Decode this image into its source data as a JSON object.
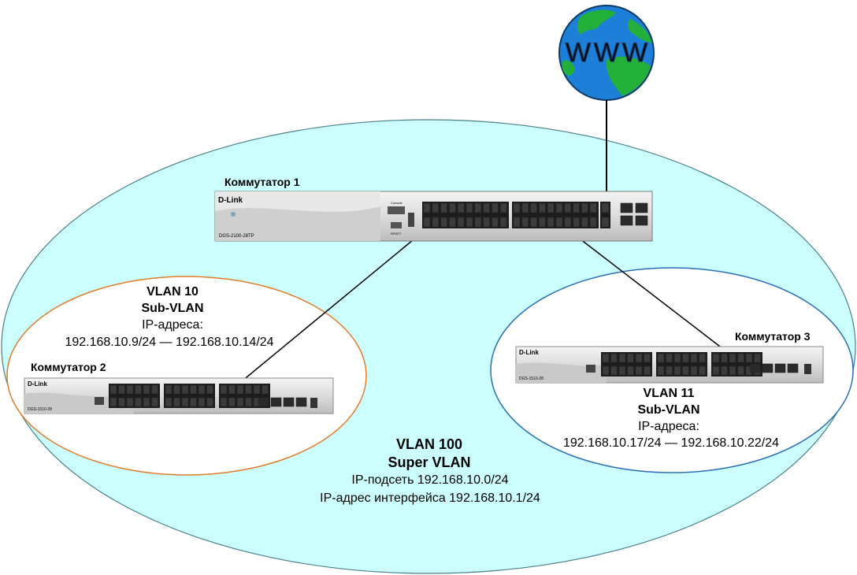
{
  "colors": {
    "super_vlan_fill": "#ccffff",
    "super_vlan_stroke": "#4a7f8a",
    "vlan10_stroke": "#e27c2a",
    "vlan11_stroke": "#2a6fb8",
    "link": "#000000",
    "globe_ocean": "#1e7fd8",
    "globe_land": "#22b03a"
  },
  "globe": {
    "icon": "globe-icon",
    "label": "WWW"
  },
  "switch1": {
    "caption": "Коммутатор 1",
    "brand": "D-Link",
    "model": "DGS-2100-28TP",
    "console_label": "Console",
    "reset_label": "RESET"
  },
  "switch2": {
    "caption": "Коммутатор 2",
    "brand": "D-Link",
    "model": "DGS-1510-28"
  },
  "switch3": {
    "caption": "Коммутатор 3",
    "brand": "D-Link",
    "model": "DGS-1510-28"
  },
  "vlan10": {
    "title": "VLAN 10",
    "type": "Sub-VLAN",
    "ip_label": "IP-адреса:",
    "ip_range": "192.168.10.9/24 — 192.168.10.14/24"
  },
  "vlan11": {
    "title": "VLAN 11",
    "type": "Sub-VLAN",
    "ip_label": "IP-адреса:",
    "ip_range": "192.168.10.17/24 — 192.168.10.22/24"
  },
  "vlan100": {
    "title": "VLAN 100",
    "type": "Super VLAN",
    "subnet": "IP-подсеть 192.168.10.0/24",
    "interface_ip": "IP-адрес интерфейса 192.168.10.1/24"
  }
}
